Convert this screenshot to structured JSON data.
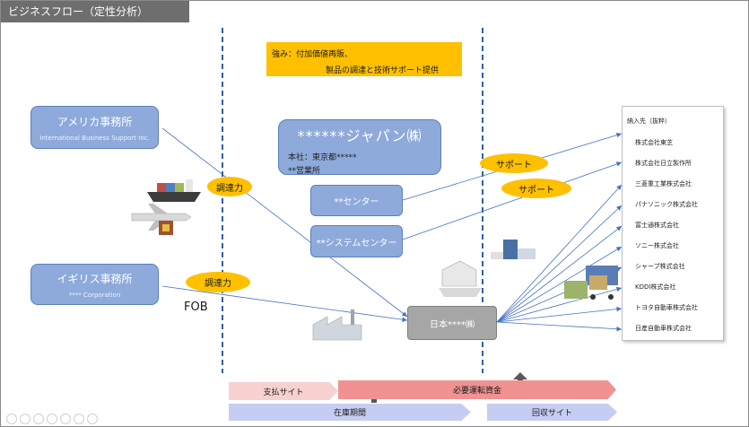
{
  "slide": {
    "title": "ビジネスフロー（定性分析）",
    "strength": {
      "line1": "強み：付加価値再販、",
      "line2": "製品の調達と技術サポート提供"
    },
    "us_office": {
      "name": "アメリカ事務所",
      "sub": "International Business Support Inc."
    },
    "uk_office": {
      "name": "イギリス事務所",
      "sub": "**** Corporation"
    },
    "hq": {
      "name": "******ジャパン㈱",
      "line1": "本社：東京都*****",
      "line2": "**営業所"
    },
    "center": "**センター",
    "system_center": "**システムセンター",
    "nihon": "日本****㈱",
    "ovals": {
      "procure1": "調達力",
      "procure2": "調達力",
      "support1": "サポート",
      "support2": "サポート"
    },
    "fob": "FOB",
    "customers": {
      "header": "納入先（抜粋）",
      "items": [
        "株式会社東芝",
        "株式会社日立製作所",
        "三菱重工業株式会社",
        "パナソニック株式会社",
        "富士通株式会社",
        "ソニー株式会社",
        "シャープ株式会社",
        "KDDI株式会社",
        "トヨタ自動車株式会社",
        "日産自動車株式会社"
      ]
    },
    "bands": {
      "payment": "支払サイト",
      "working_capital": "必要運転資金",
      "inventory": "在庫期間",
      "collection": "回収サイト"
    }
  },
  "colors": {
    "box_fill": "#8eaadb",
    "oval": "#ffc000",
    "arrow": "#4472c4",
    "dashed": "#2e5fa8",
    "gray_box": "#a6a6a6"
  }
}
